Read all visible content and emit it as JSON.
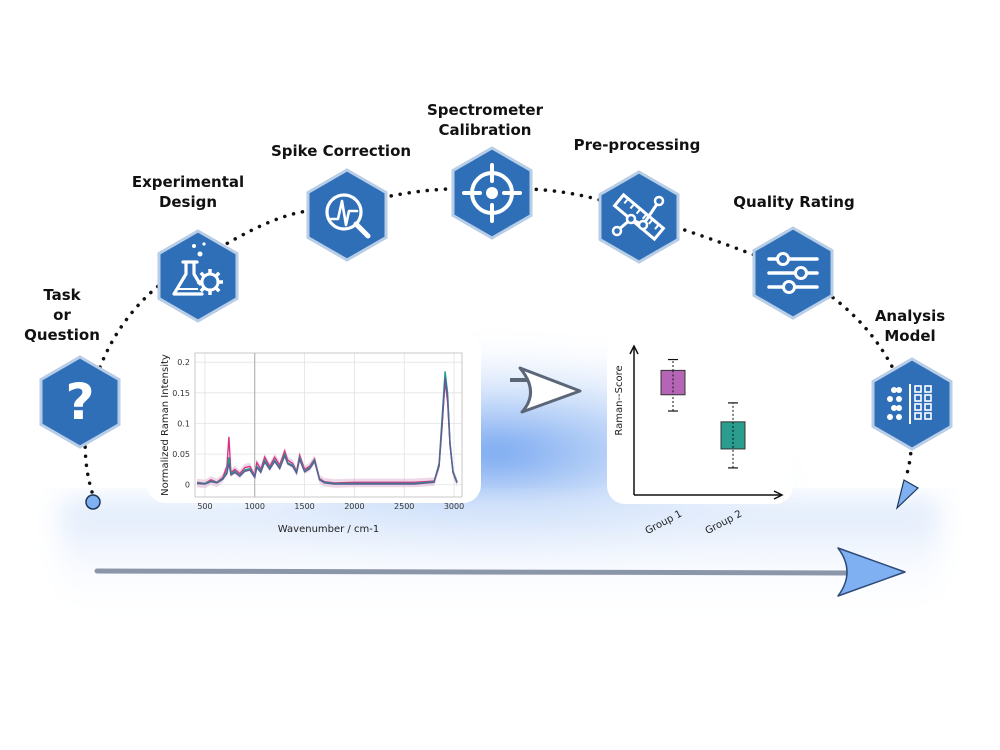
{
  "steps": [
    {
      "label_lines": [
        "Task",
        "or",
        "Question"
      ],
      "icon": "question-mark-icon"
    },
    {
      "label_lines": [
        "Experimental",
        "Design"
      ],
      "icon": "flask-gear-icon"
    },
    {
      "label_lines": [
        "Spike Correction"
      ],
      "icon": "spike-magnifier-icon"
    },
    {
      "label_lines": [
        "Spectrometer",
        "Calibration"
      ],
      "icon": "crosshair-target-icon"
    },
    {
      "label_lines": [
        "Pre-processing"
      ],
      "icon": "ruler-line-icon"
    },
    {
      "label_lines": [
        "Quality Rating"
      ],
      "icon": "sliders-icon"
    },
    {
      "label_lines": [
        "Analysis",
        "Model"
      ],
      "icon": "dot-grid-model-icon"
    }
  ],
  "spectrum_chart": {
    "type": "line",
    "xlabel": "Wavenumber / cm-1",
    "ylabel": "Normalized Raman Intensity",
    "xlim": [
      400,
      3080
    ],
    "ylim": [
      -0.02,
      0.215
    ],
    "xticks": [
      500,
      1000,
      1500,
      2000,
      2500,
      3000
    ],
    "yticks": [
      0,
      0.05,
      0.1,
      0.15,
      0.2
    ],
    "ytick_labels": [
      "0",
      "0.05",
      "0.1",
      "0.15",
      "0.2"
    ],
    "series": [
      {
        "color": "#d63384",
        "x": [
          420,
          500,
          560,
          620,
          680,
          720,
          740,
          760,
          800,
          850,
          900,
          950,
          1000,
          1020,
          1060,
          1100,
          1150,
          1200,
          1250,
          1300,
          1330,
          1380,
          1420,
          1450,
          1500,
          1550,
          1600,
          1650,
          1700,
          1800,
          2000,
          2200,
          2400,
          2600,
          2800,
          2850,
          2880,
          2910,
          2935,
          2960,
          2990,
          3030
        ],
        "y": [
          0.004,
          0.002,
          0.008,
          0.004,
          0.012,
          0.03,
          0.078,
          0.02,
          0.025,
          0.018,
          0.028,
          0.03,
          0.015,
          0.036,
          0.025,
          0.045,
          0.03,
          0.045,
          0.032,
          0.055,
          0.04,
          0.035,
          0.022,
          0.048,
          0.025,
          0.03,
          0.042,
          0.01,
          0.005,
          0.003,
          0.004,
          0.004,
          0.004,
          0.004,
          0.006,
          0.03,
          0.095,
          0.17,
          0.135,
          0.065,
          0.02,
          0.005
        ]
      },
      {
        "color": "#1f9e89",
        "x": [
          420,
          500,
          560,
          620,
          680,
          720,
          740,
          760,
          800,
          850,
          900,
          950,
          1000,
          1020,
          1060,
          1100,
          1150,
          1200,
          1250,
          1300,
          1330,
          1380,
          1420,
          1450,
          1500,
          1550,
          1600,
          1650,
          1700,
          1800,
          2000,
          2200,
          2400,
          2600,
          2800,
          2850,
          2880,
          2910,
          2935,
          2960,
          2990,
          3030
        ],
        "y": [
          0.003,
          0.002,
          0.006,
          0.004,
          0.01,
          0.022,
          0.045,
          0.018,
          0.022,
          0.015,
          0.024,
          0.026,
          0.013,
          0.03,
          0.022,
          0.04,
          0.027,
          0.04,
          0.028,
          0.05,
          0.036,
          0.032,
          0.02,
          0.044,
          0.022,
          0.028,
          0.04,
          0.009,
          0.004,
          0.002,
          0.002,
          0.002,
          0.002,
          0.002,
          0.005,
          0.035,
          0.11,
          0.185,
          0.15,
          0.07,
          0.022,
          0.004
        ]
      },
      {
        "color": "#5b5f97",
        "x": [
          420,
          500,
          560,
          620,
          680,
          720,
          740,
          760,
          800,
          850,
          900,
          950,
          1000,
          1020,
          1060,
          1100,
          1150,
          1200,
          1250,
          1300,
          1330,
          1380,
          1420,
          1450,
          1500,
          1550,
          1600,
          1650,
          1700,
          1800,
          2000,
          2200,
          2400,
          2600,
          2800,
          2850,
          2880,
          2910,
          2935,
          2960,
          2990,
          3030
        ],
        "y": [
          0.002,
          0.001,
          0.005,
          0.003,
          0.009,
          0.018,
          0.035,
          0.016,
          0.02,
          0.014,
          0.022,
          0.024,
          0.012,
          0.028,
          0.02,
          0.037,
          0.025,
          0.038,
          0.026,
          0.047,
          0.034,
          0.03,
          0.019,
          0.041,
          0.021,
          0.026,
          0.038,
          0.008,
          0.003,
          0.001,
          0.001,
          0.001,
          0.001,
          0.001,
          0.004,
          0.032,
          0.1,
          0.175,
          0.142,
          0.066,
          0.02,
          0.003
        ]
      }
    ]
  },
  "box_chart": {
    "type": "box",
    "ylabel": "Raman--Score",
    "categories": [
      "Group 1",
      "Group 2"
    ],
    "boxes": [
      {
        "color": "#b565b5",
        "whisker_low": 0.62,
        "q1": 0.74,
        "q3": 0.92,
        "whisker_high": 1.0
      },
      {
        "color": "#2a9d8f",
        "whisker_low": 0.2,
        "q1": 0.34,
        "q3": 0.54,
        "whisker_high": 0.68
      }
    ],
    "ylim": [
      0,
      1.1
    ]
  },
  "colors": {
    "hexagon_fill": "#2f6fb8",
    "hexagon_stroke": "#b8cde6",
    "glow": "#5f97ee",
    "timeline_arrow": "#8b96a8",
    "arrowhead": "#7fb0f2"
  }
}
